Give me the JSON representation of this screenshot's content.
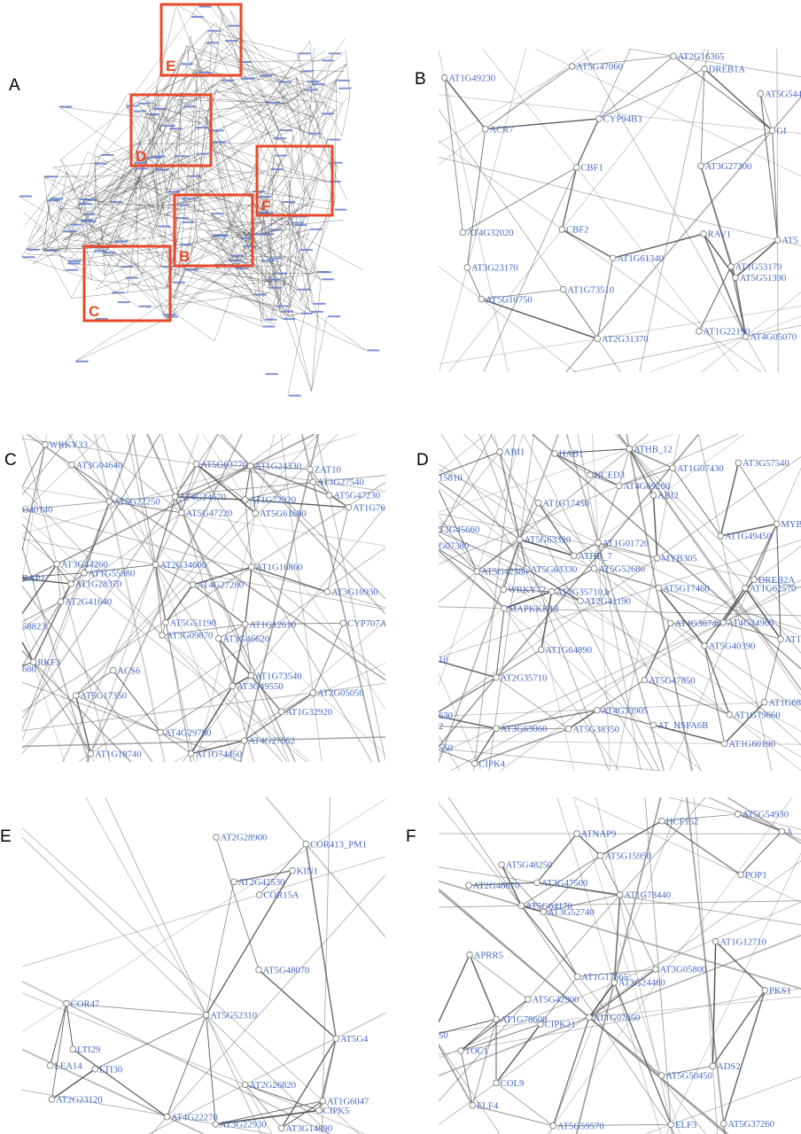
{
  "figure_letters": {
    "A": "A",
    "B": "B",
    "C": "C",
    "D": "D",
    "E": "E",
    "F": "F"
  },
  "overview": {
    "boxes": [
      "E",
      "D",
      "F",
      "B",
      "C"
    ]
  },
  "colors": {
    "label": "#4468c0",
    "edge": "#7a7a7a",
    "box": "#e8492c"
  },
  "panels": {
    "B": {
      "nodes": [
        "AT2G16365",
        "DREB1A",
        "AT5G47060",
        "AT1G49230",
        "AT5G544",
        "CYP94B3",
        "ACR7",
        "GI",
        "AT3G27300",
        "CBF1",
        "AT4G32020",
        "CBF2",
        "RAV1",
        "AT5",
        "AT1G61340",
        "AT3G23170",
        "AT1G53170",
        "AT5G51390",
        "AT1G73510",
        "AT5G10750",
        "AT1G22190",
        "AT4G05070",
        "AT2G31370"
      ]
    },
    "C": {
      "nodes": [
        "WRKY33",
        "AT3G04640",
        "AT5G63770",
        "AT1G24330",
        "ZAT10",
        "AT3G27540",
        "AT5G47230",
        "AT1G76",
        "AT5G22250",
        "AT4G24570",
        "AT5G47220",
        "AT1G72920",
        "AT5G61600",
        "G40140",
        "AT3G44260",
        "AT1G55980",
        "AT2G34600",
        "AT1G16860",
        "BAP1",
        "AT1G28370",
        "AT4G27280",
        "AT3G10930",
        "AT2G41640",
        "AT5G51190",
        "AT1G12610",
        "CYP707A",
        "58823",
        "AT3G09870",
        "AT3G46620",
        "RKF3",
        "680",
        "ACS6",
        "AT1G73540",
        "AT3G49550",
        "AT2G05050",
        "AT5G17350",
        "AT1G32920",
        "AT4G29780",
        "AT4G27652",
        "AT1G18740",
        "AT1G74450"
      ]
    },
    "D": {
      "nodes": [
        "ABI1",
        "HAB1",
        "ATHB_12",
        "AT1G07430",
        "AT3G57540",
        "15810",
        "NCED3",
        "AT4G69260",
        "ABI2",
        "AT1G17450",
        "MYB4",
        "T3G45660",
        "AT1G49450",
        "G07380",
        "AT5G63320",
        "ATHB_7",
        "AT1G01720",
        "MYB305",
        "AT5G42380",
        "AT5G63330",
        "AT5G52680",
        "DREB2A",
        "AT1G62570",
        "WRKY72",
        "AT2G35710.b",
        "AT5G17460",
        "AT2G41190",
        "MAPKKK18",
        "AT4G36740",
        "AT4G24960",
        "AT1G",
        "AT1G64890",
        "AT5G40390",
        "10",
        "AT2G35710",
        "AT5G47850",
        "AT1G685",
        "630",
        "2",
        "AT4G33905",
        "AT1G79660",
        "AT_HSFA6B",
        "AT3G63060",
        "AT5G38350",
        "AT1G60190",
        "550",
        "CIPK4"
      ]
    },
    "E": {
      "nodes": [
        "AT2G28900",
        "COR413_PM1",
        "KIN1",
        "AT2G42530",
        "COR15A",
        "AT5G48070",
        "COR47",
        "AT5G52310",
        "AT5G4",
        "LTI29",
        "LEA14",
        "LTI30",
        "AT2G26820",
        "AT2G23120",
        "AT1G6047",
        "CIPK5",
        "AT4G22270",
        "AT3G22930",
        "AT3G14890"
      ]
    },
    "F": {
      "nodes": [
        "AT5G54930",
        "HCF152",
        "ATNAP9",
        "A",
        "AT5G15950",
        "AT5G48250",
        "POP1",
        "AT2G46670",
        "AT3G47500",
        "AT1G78440",
        "AT5G64170",
        "AT3G52740",
        "AT1G12710",
        "APRR5",
        "AT3G05800",
        "AT1G17665",
        "AT3G24460",
        "PKS1",
        "AT5G42900",
        "AT1G07050",
        "AT1G78600",
        "CIPK21",
        "TOC1",
        "50",
        "ADS2",
        "AT5G50450",
        "COL9",
        "ELF4",
        "AT5G59570",
        "ELF3",
        "AT5G37260"
      ]
    }
  }
}
